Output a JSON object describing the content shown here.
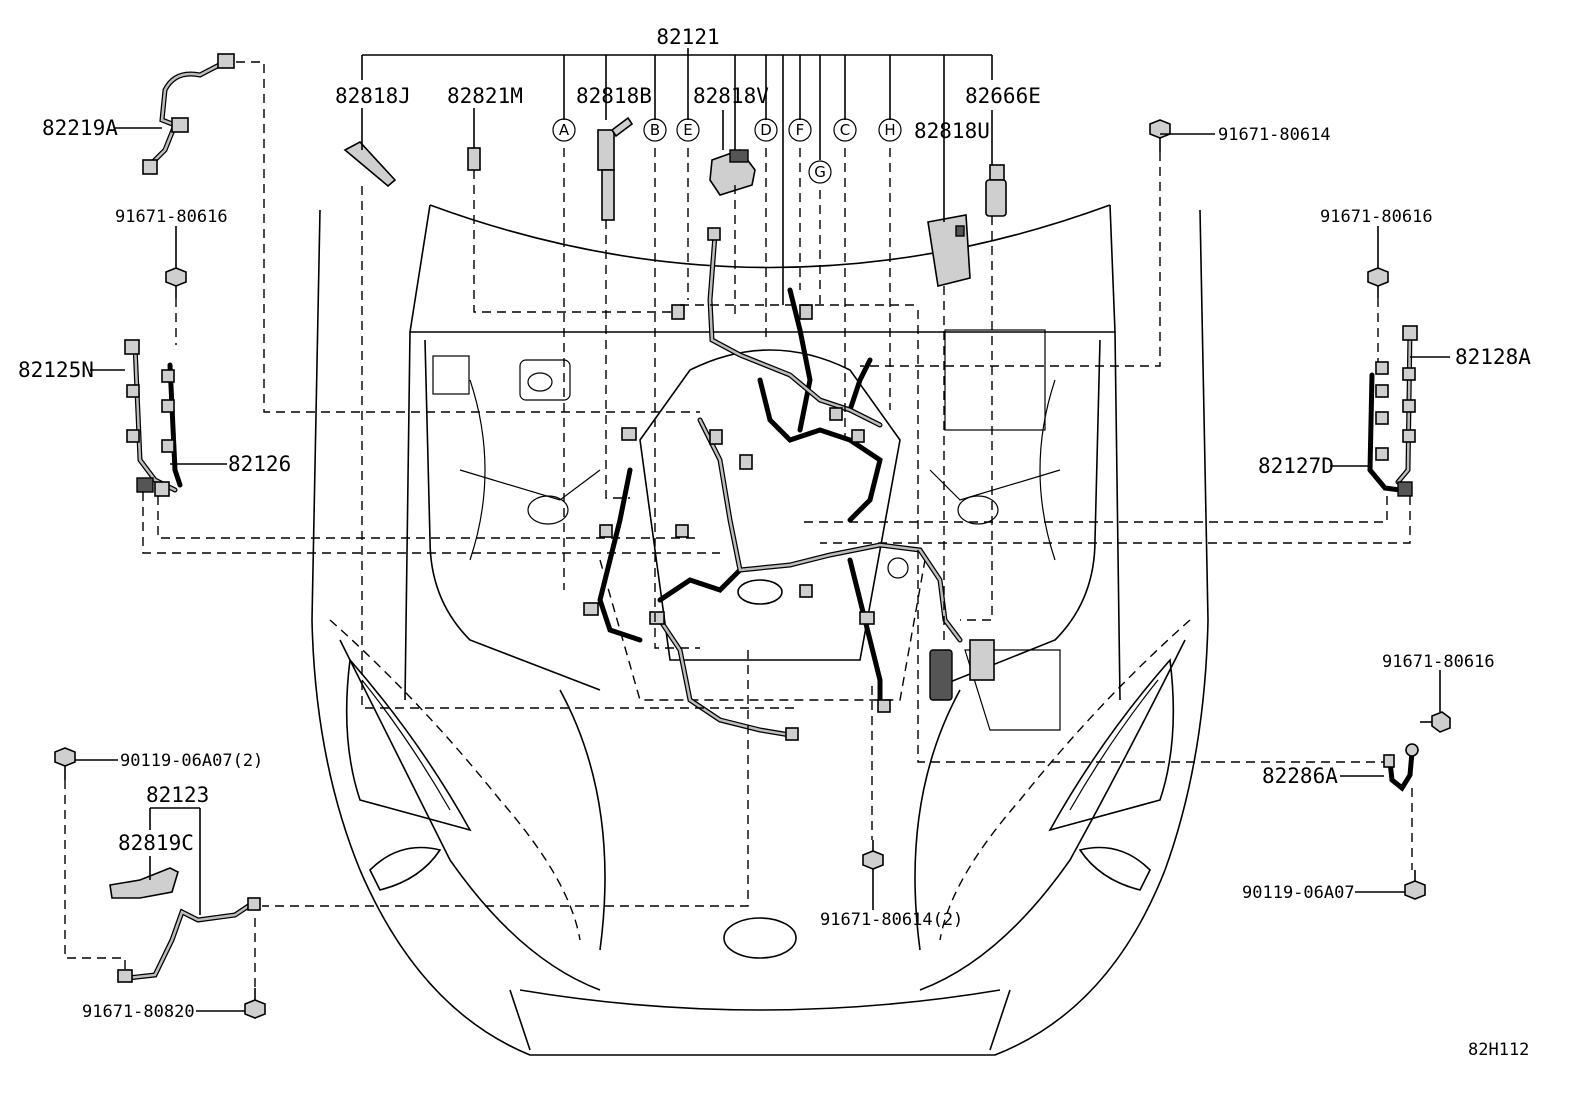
{
  "diagram_id": "82H112",
  "labels": {
    "main_harness": "82121",
    "p82219A": "82219A",
    "p82818J": "82818J",
    "p82821M": "82821M",
    "p82818B": "82818B",
    "p82818V": "82818V",
    "p82666E": "82666E",
    "p82818U": "82818U",
    "p82125N": "82125N",
    "p82126": "82126",
    "p82128A": "82128A",
    "p82127D": "82127D",
    "p82123": "82123",
    "p82819C": "82819C",
    "p82286A": "82286A",
    "bolt_tl": "91671-80616",
    "bolt_tr_top": "91671-80614",
    "bolt_r": "91671-80616",
    "bolt_r_low": "91671-80616",
    "bolt_bl_top": "90119-06A07(2)",
    "bolt_bl_bottom": "91671-80820",
    "bolt_center": "91671-80614(2)",
    "bolt_br": "90119-06A07"
  },
  "connectors": [
    "A",
    "B",
    "E",
    "D",
    "F",
    "G",
    "C",
    "H"
  ]
}
